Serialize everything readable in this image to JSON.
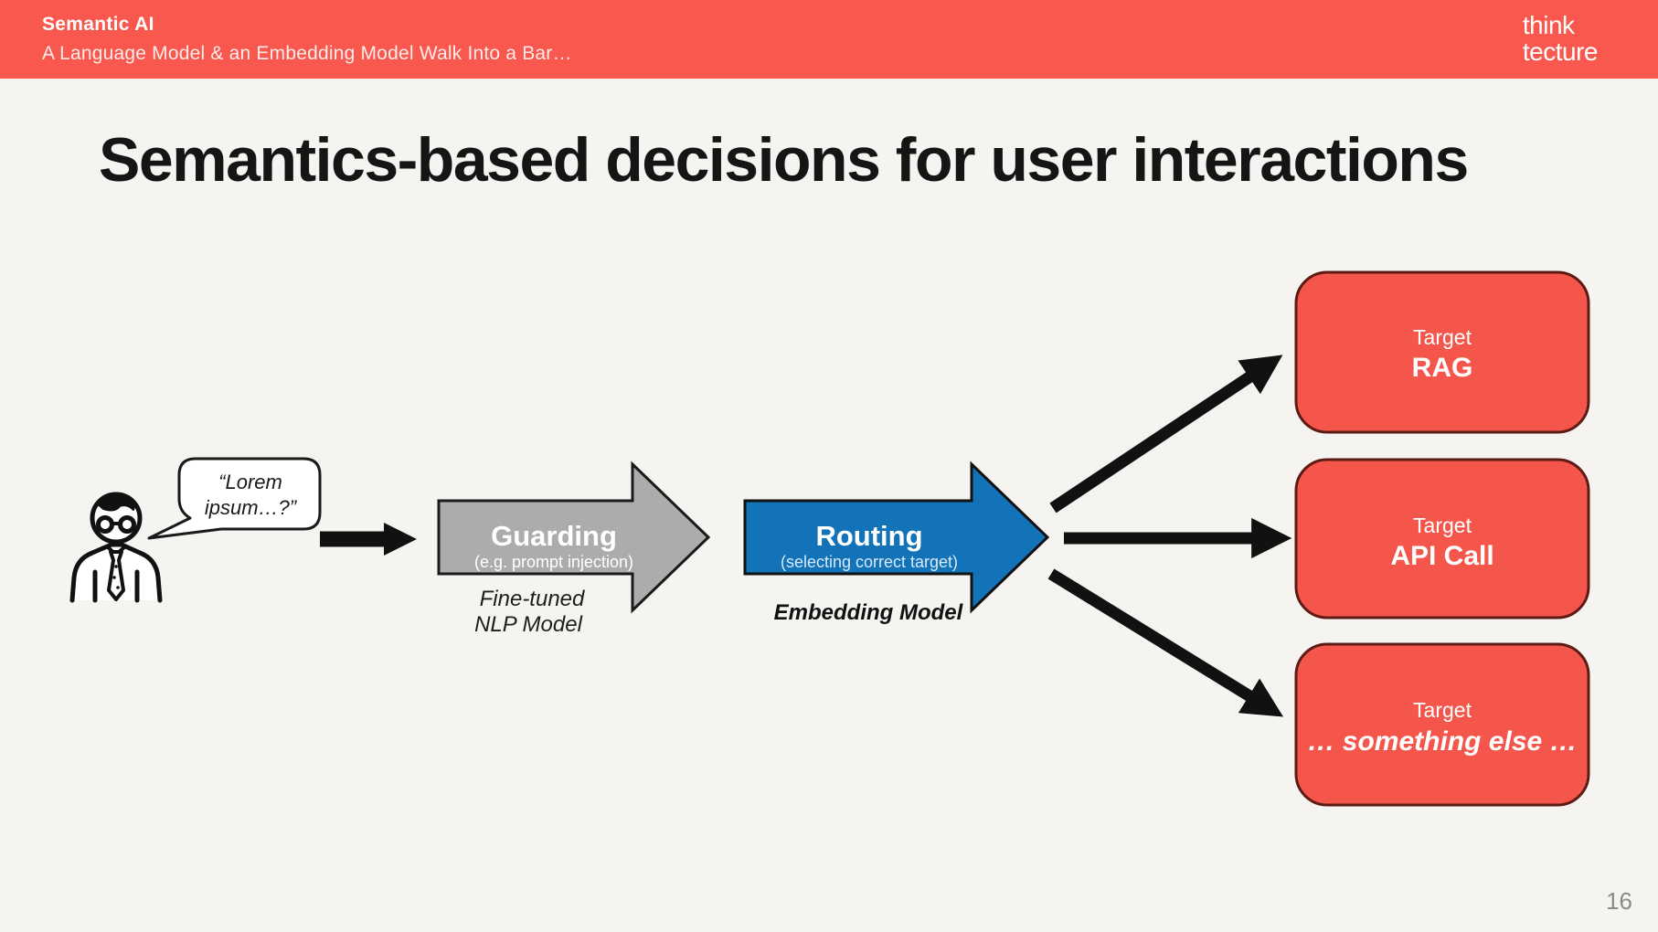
{
  "header": {
    "kicker": "Semantic AI",
    "subtitle": "A Language Model & an Embedding Model Walk Into a Bar…",
    "logo_line1": "think",
    "logo_line2": "tecture",
    "bg_color": "#F8584E"
  },
  "slide": {
    "title": "Semantics-based decisions for user interactions",
    "page_number": "16",
    "bg_color": "#F6F4F1"
  },
  "diagram": {
    "speech_bubble": {
      "line1": "“Lorem",
      "line2": "ipsum…?”"
    },
    "guarding": {
      "label": "Guarding",
      "sublabel": "(e.g. prompt injection)",
      "note_line1": "Fine-tuned",
      "note_line2": "NLP Model",
      "fill": "#ACACAC"
    },
    "routing": {
      "label": "Routing",
      "sublabel": "(selecting correct target)",
      "note": "Embedding Model",
      "fill": "#1273B9"
    },
    "targets": [
      {
        "kicker": "Target",
        "label": "RAG"
      },
      {
        "kicker": "Target",
        "label": "API Call"
      },
      {
        "kicker": "Target",
        "label": "… something else …"
      }
    ],
    "target_fill": "#F4564C",
    "target_border": "#5E1A14",
    "arrow_color": "#111111"
  }
}
